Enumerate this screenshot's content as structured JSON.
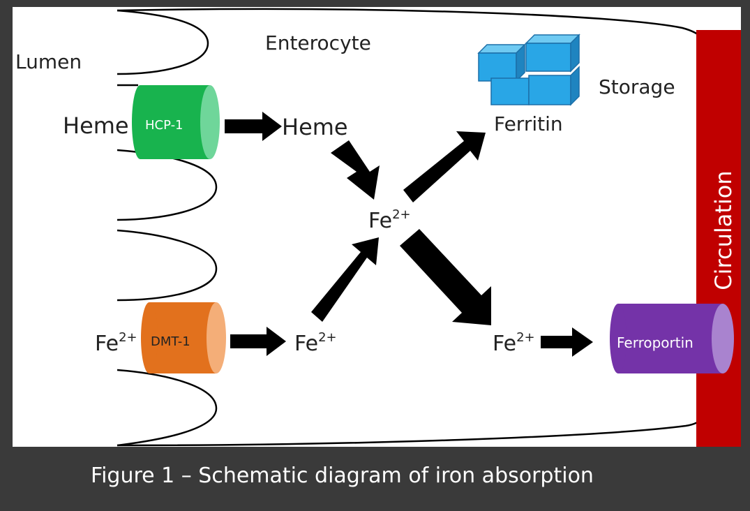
{
  "labels": {
    "lumen": "Lumen",
    "enterocyte": "Enterocyte",
    "storage": "Storage",
    "ferritin": "Ferritin",
    "heme_left": "Heme",
    "heme_right": "Heme",
    "hcp1": "HCP-1",
    "dmt1": "DMT-1",
    "fe_base": "Fe",
    "fe_charge": "2+",
    "ferroportin": "Ferroportin",
    "circulation": "Circulation"
  },
  "caption": "Figure 1 – Schematic diagram of iron absorption",
  "colors": {
    "background": "#3a3a3a",
    "hcp1": "#18b34e",
    "dmt1": "#e2711d",
    "ferroportin": "#7433a8",
    "ferritin": "#29a6e6",
    "circulation": "#c00000"
  }
}
